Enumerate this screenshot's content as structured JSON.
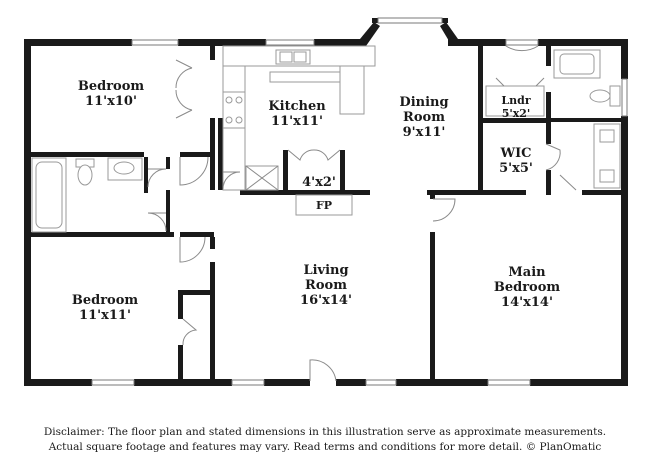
{
  "rooms": {
    "bedroom_top": {
      "name": "Bedroom",
      "size": "11'x10'"
    },
    "kitchen": {
      "name": "Kitchen",
      "size": "11'x11'"
    },
    "dining": {
      "name_line1": "Dining",
      "name_line2": "Room",
      "size": "9'x11'"
    },
    "laundry": {
      "name": "Lndr",
      "size": "5'x2'"
    },
    "wic": {
      "name": "WIC",
      "size": "5'x5'"
    },
    "pantry": {
      "size": "4'x2'"
    },
    "fireplace": {
      "label": "FP"
    },
    "living": {
      "name_line1": "Living",
      "name_line2": "Room",
      "size": "16'x14'"
    },
    "main_bedroom": {
      "name_line1": "Main",
      "name_line2": "Bedroom",
      "size": "14'x14'"
    },
    "bedroom_bottom": {
      "name": "Bedroom",
      "size": "11'x11'"
    }
  },
  "disclaimer": {
    "line1": "Disclaimer: The floor plan and stated dimensions in this illustration serve as approximate measurements.",
    "line2": "Actual square footage and features may vary. Read terms and conditions for more detail. © PlanOmatic"
  }
}
